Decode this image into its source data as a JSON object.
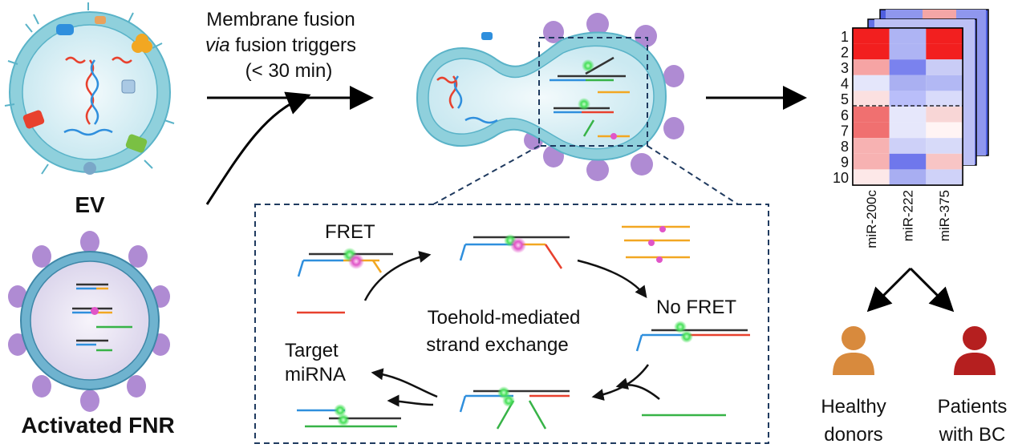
{
  "labels": {
    "ev": "EV",
    "fnr": "Activated FNR",
    "fusion_line1": "Membrane fusion",
    "fusion_line2_italic": "via",
    "fusion_line2_rest": " fusion triggers",
    "fusion_line3": "(< 30 min)",
    "fret": "FRET",
    "no_fret": "No FRET",
    "toehold_line1": "Toehold-mediated",
    "toehold_line2": "strand exchange",
    "target_line1": "Target",
    "target_line2": "miRNA",
    "healthy_line1": "Healthy",
    "healthy_line2": "donors",
    "patients_line1": "Patients",
    "patients_line2": "with BC"
  },
  "heatmap": {
    "rows": [
      "1",
      "2",
      "3",
      "4",
      "5",
      "6",
      "7",
      "8",
      "9",
      "10"
    ],
    "columns": [
      "miR-200c",
      "miR-222",
      "miR-375"
    ],
    "cell_colors": [
      [
        "#f21f1f",
        "#aeb4f4",
        "#f21f1f"
      ],
      [
        "#f21f1f",
        "#aeb4f4",
        "#f21f1f"
      ],
      [
        "#f6a4a4",
        "#7a82ee",
        "#c9ccf6"
      ],
      [
        "#e4e6fb",
        "#aab0f2",
        "#b2b8f4"
      ],
      [
        "#fbe0e0",
        "#b9befa",
        "#d9dbfa"
      ],
      [
        "#f07070",
        "#e6e7fb",
        "#f8d6d6"
      ],
      [
        "#f07070",
        "#e6e7fb",
        "#fff4f4"
      ],
      [
        "#f7b2b2",
        "#cdd0f8",
        "#d7daf9"
      ],
      [
        "#f7b2b2",
        "#6f77ec",
        "#f8c5c5"
      ],
      [
        "#fde8e8",
        "#a8aef2",
        "#cfd2f8"
      ]
    ]
  },
  "colors": {
    "membrane": "#8fd0dc",
    "membrane_dark": "#5ab3c8",
    "lumen": "#dff2f7",
    "protein_purple": "#a77fcf",
    "healthy": "#d88a3d",
    "patient": "#b51f1f",
    "strand_black": "#333333",
    "strand_blue": "#2f8fdd",
    "strand_orange": "#f2a722",
    "strand_red": "#e8412e",
    "strand_green": "#37b347",
    "fluor_green": "#48e05a",
    "fluor_pink": "#e055c8"
  }
}
